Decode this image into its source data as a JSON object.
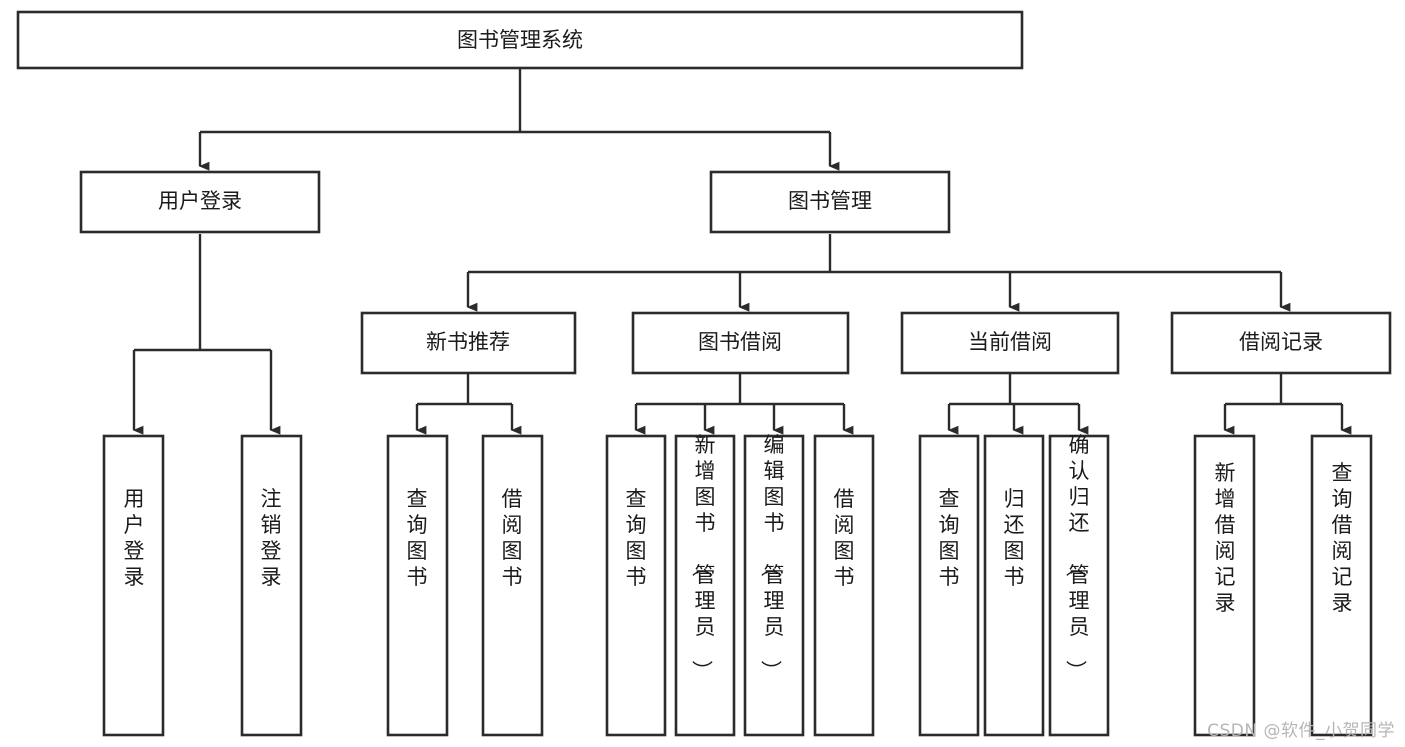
{
  "diagram": {
    "type": "tree",
    "title": "图书管理系统",
    "watermark": "CSDN @软件_小贺同学",
    "colors": {
      "stroke": "#2b2b2b",
      "fill": "#ffffff",
      "text": "#1b1b1b",
      "watermark": "#b6b6b6",
      "background": "#ffffff"
    },
    "levels": {
      "root": {
        "label": "图书管理系统"
      },
      "level2": [
        {
          "label": "用户登录"
        },
        {
          "label": "图书管理"
        }
      ],
      "level3": [
        {
          "label": "新书推荐"
        },
        {
          "label": "图书借阅"
        },
        {
          "label": "当前借阅"
        },
        {
          "label": "借阅记录"
        }
      ],
      "leaves": [
        {
          "label": "用户登录",
          "parent": "用户登录"
        },
        {
          "label": "注销登录",
          "parent": "用户登录"
        },
        {
          "label": "查询图书",
          "parent": "新书推荐"
        },
        {
          "label": "借阅图书",
          "parent": "新书推荐"
        },
        {
          "label": "查询图书",
          "parent": "图书借阅"
        },
        {
          "label": "新增图书（管理员）",
          "parent": "图书借阅"
        },
        {
          "label": "编辑图书（管理员）",
          "parent": "图书借阅"
        },
        {
          "label": "借阅图书",
          "parent": "图书借阅"
        },
        {
          "label": "查询图书",
          "parent": "当前借阅"
        },
        {
          "label": "归还图书",
          "parent": "当前借阅"
        },
        {
          "label": "确认归还（管理员）",
          "parent": "当前借阅"
        },
        {
          "label": "新增借阅记录",
          "parent": "借阅记录"
        },
        {
          "label": "查询借阅记录",
          "parent": "借阅记录"
        }
      ]
    }
  }
}
